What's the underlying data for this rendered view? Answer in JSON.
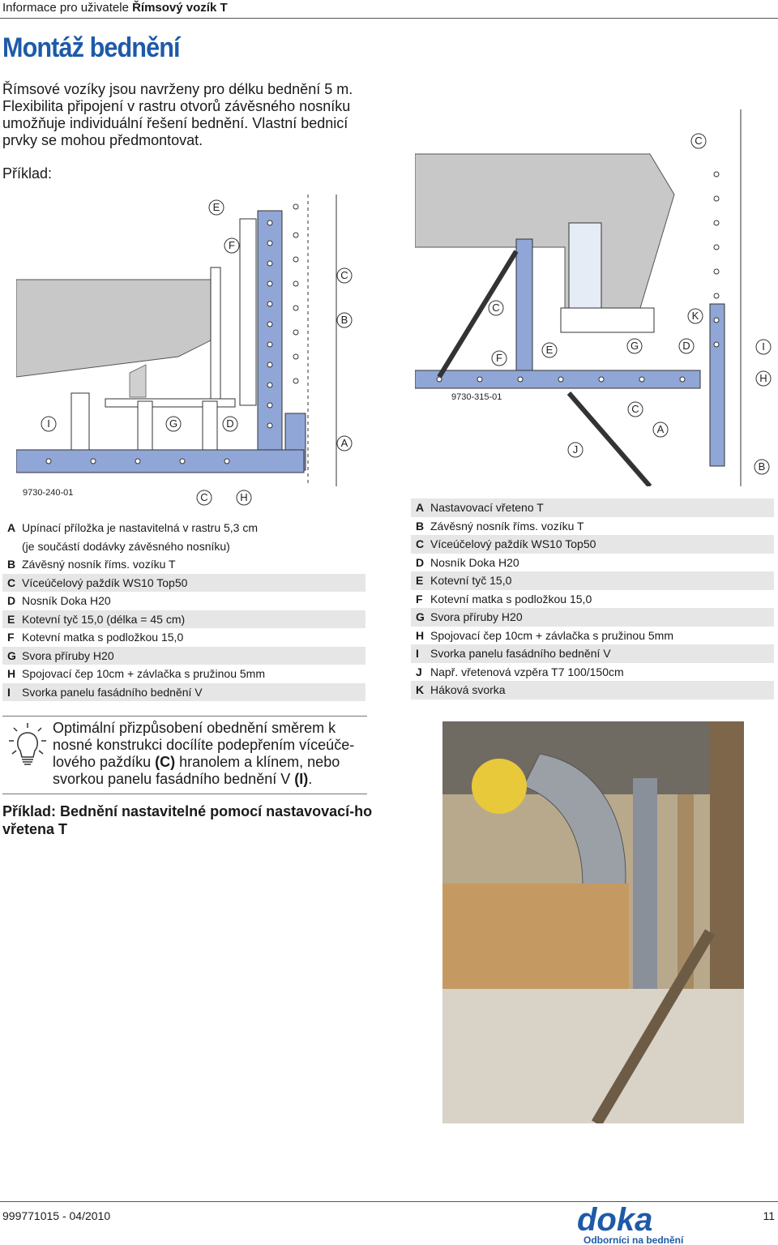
{
  "header": {
    "prefix": "Informace pro uživatele",
    "product": "Římsový vozík T"
  },
  "title": "Montáž bednění",
  "intro": "Římsové vozíky jsou navrženy pro délku bednění 5 m. Flexibilita připojení v rastru otvorů závěsného nosníku umožňuje individuální řešení bednění. Vlastní bednicí prvky se mohou předmontovat.",
  "example1": "Příklad:",
  "figure_left": {
    "code": "9730-240-01",
    "labels": [
      "E",
      "F",
      "C",
      "B",
      "A",
      "I",
      "G",
      "D",
      "C",
      "H"
    ]
  },
  "figure_right": {
    "code": "9730-315-01",
    "labels": [
      "C",
      "C",
      "F",
      "E",
      "G",
      "D",
      "K",
      "I",
      "H",
      "C",
      "A",
      "J",
      "B"
    ]
  },
  "legend_left": [
    {
      "key": "A",
      "text": "Upínací příložka je nastavitelná v rastru 5,3 cm",
      "text2": "(je součástí dodávky závěsného nosníku)"
    },
    {
      "key": "B",
      "text": "Závěsný nosník říms. vozíku T"
    },
    {
      "key": "C",
      "text": "Víceúčelový paždík WS10 Top50"
    },
    {
      "key": "D",
      "text": "Nosník Doka H20"
    },
    {
      "key": "E",
      "text": "Kotevní tyč 15,0 (délka = 45 cm)"
    },
    {
      "key": "F",
      "text": "Kotevní matka s podložkou 15,0"
    },
    {
      "key": "G",
      "text": "Svora příruby H20"
    },
    {
      "key": "H",
      "text": "Spojovací čep 10cm + závlačka s pružinou 5mm"
    },
    {
      "key": "I",
      "text": "Svorka panelu fasádního bednění V"
    }
  ],
  "legend_right": [
    {
      "key": "A",
      "text": "Nastavovací vřeteno T"
    },
    {
      "key": "B",
      "text": "Závěsný nosník říms. vozíku T"
    },
    {
      "key": "C",
      "text": "Víceúčelový paždík WS10 Top50"
    },
    {
      "key": "D",
      "text": "Nosník Doka H20"
    },
    {
      "key": "E",
      "text": "Kotevní tyč 15,0"
    },
    {
      "key": "F",
      "text": "Kotevní matka s podložkou 15,0"
    },
    {
      "key": "G",
      "text": "Svora příruby H20"
    },
    {
      "key": "H",
      "text": "Spojovací čep 10cm + závlačka s pružinou 5mm"
    },
    {
      "key": "I",
      "text": "Svorka panelu fasádního bednění V"
    },
    {
      "key": "J",
      "text": "Např. vřetenová vzpěra T7 100/150cm"
    },
    {
      "key": "K",
      "text": "Háková svorka"
    }
  ],
  "tip": {
    "part1": "Optimální přizpůsobení obednění směrem k nosné konstrukci docílíte podepřením víceúče-lového paždíku ",
    "c": "(C)",
    "part2": " hranolem a klínem, nebo svorkou panelu fasádního bednění V ",
    "i": "(I)",
    "part3": "."
  },
  "example2": "Příklad: Bednění nastavitelné pomocí nastavovací-ho vřetena T",
  "footer": {
    "doc_code": "999771015  - 04/2010",
    "page": "11",
    "logo_word": "doka",
    "logo_tagline": "Odborníci na bednění"
  },
  "colors": {
    "brand_blue": "#1e5aa8",
    "steel_blue": "#8fa6d6",
    "concrete": "#c8c8c8"
  }
}
